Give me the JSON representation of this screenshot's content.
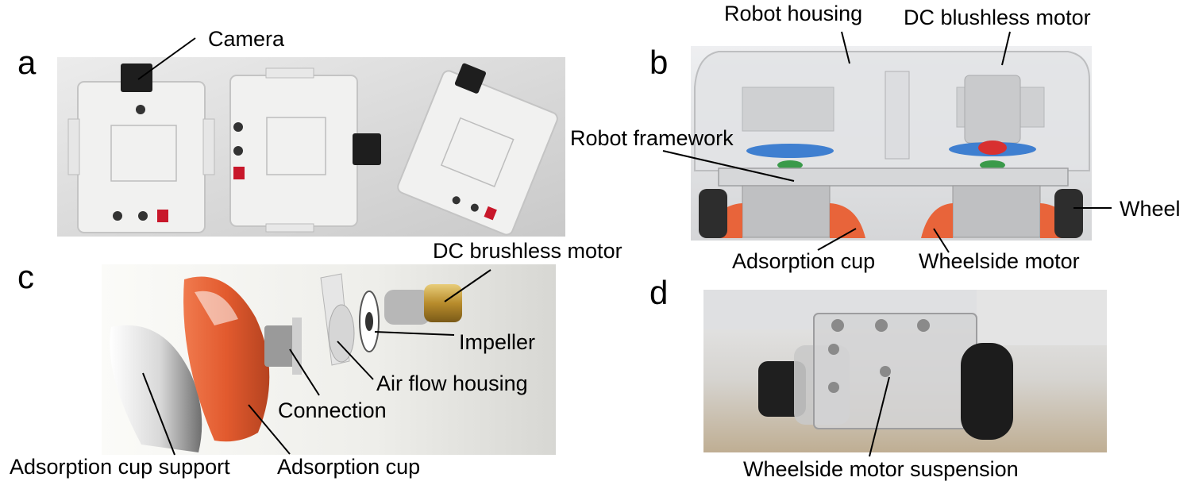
{
  "panels": {
    "a": {
      "letter": "a",
      "labels": {
        "camera": "Camera"
      }
    },
    "b": {
      "letter": "b",
      "labels": {
        "robot_housing": "Robot housing",
        "dc_motor": "DC blushless motor",
        "robot_framework": "Robot framework",
        "wheel": "Wheel",
        "adsorption_cup": "Adsorption cup",
        "wheelside_motor": "Wheelside motor"
      }
    },
    "c": {
      "letter": "c",
      "labels": {
        "dc_motor": "DC brushless motor",
        "impeller": "Impeller",
        "air_flow_housing": "Air flow housing",
        "connection": "Connection",
        "cup_support": "Adsorption cup support",
        "adsorption_cup": "Adsorption cup"
      }
    },
    "d": {
      "letter": "d",
      "labels": {
        "suspension": "Wheelside motor suspension"
      }
    }
  },
  "colors": {
    "cup_orange": "#e8643a",
    "motor_gold": "#c9a24a",
    "seal_blue": "#3f7fd0",
    "seal_red": "#d83030",
    "seal_green": "#3a9a4a",
    "housing_gray": "#d9dadc",
    "floor_wood": "#c8b59a"
  }
}
